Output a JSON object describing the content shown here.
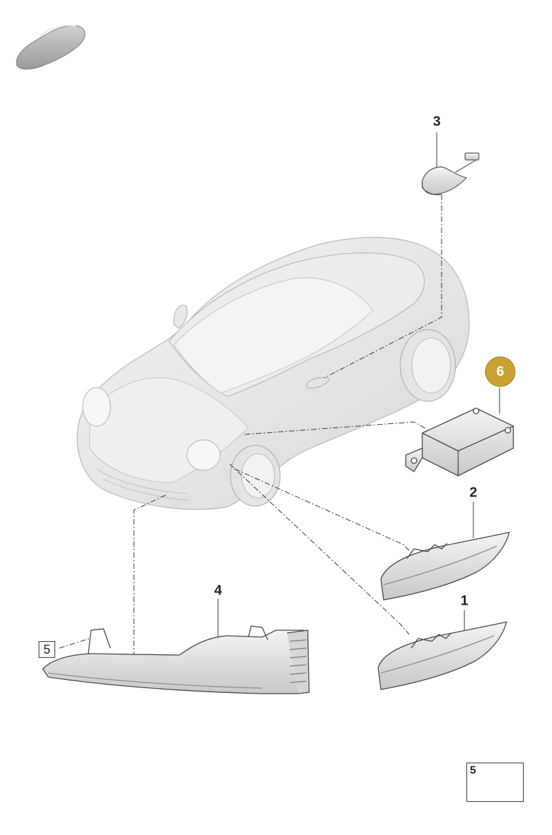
{
  "callouts": {
    "part_1": "1",
    "part_2": "2",
    "part_3": "3",
    "part_4": "4",
    "part_5_boxed": "5",
    "part_6": "6"
  },
  "legend": {
    "number": "5",
    "icon": "screw-icon"
  },
  "thumbnail": {
    "icon": "car-silhouette-icon"
  },
  "colors": {
    "highlight": "#c8a233",
    "car_body": "#e6e6e6",
    "part_fill": "#dcdcdc",
    "lines": "#333333"
  }
}
